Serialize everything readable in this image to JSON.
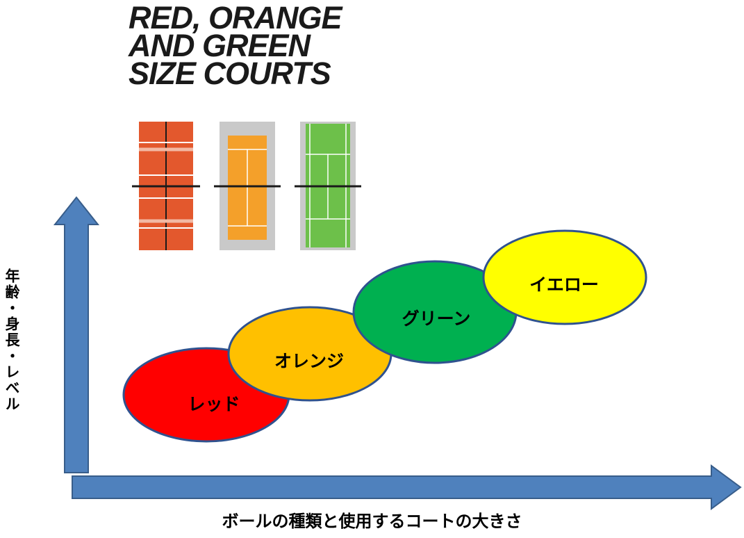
{
  "title": {
    "line1": "RED, ORANGE",
    "line2": "AND GREEN",
    "line3": "SIZE COURTS"
  },
  "axes": {
    "y_label": "年齢・身長・レベル",
    "x_label": "ボールの種類と使用するコートの大きさ"
  },
  "balls": [
    {
      "label": "レッド",
      "color": "#ff0000"
    },
    {
      "label": "オレンジ",
      "color": "#ffc000"
    },
    {
      "label": "グリーン",
      "color": "#00b050"
    },
    {
      "label": "イエロー",
      "color": "#ffff00"
    }
  ],
  "courts": [
    {
      "name": "red",
      "color": "#e3582d"
    },
    {
      "name": "orange",
      "color": "#f4a02a"
    },
    {
      "name": "green",
      "color": "#6dc04a"
    }
  ],
  "colors": {
    "arrow_fill": "#4f81bd",
    "arrow_stroke": "#385d8a",
    "ellipse_stroke": "#2f528f"
  }
}
